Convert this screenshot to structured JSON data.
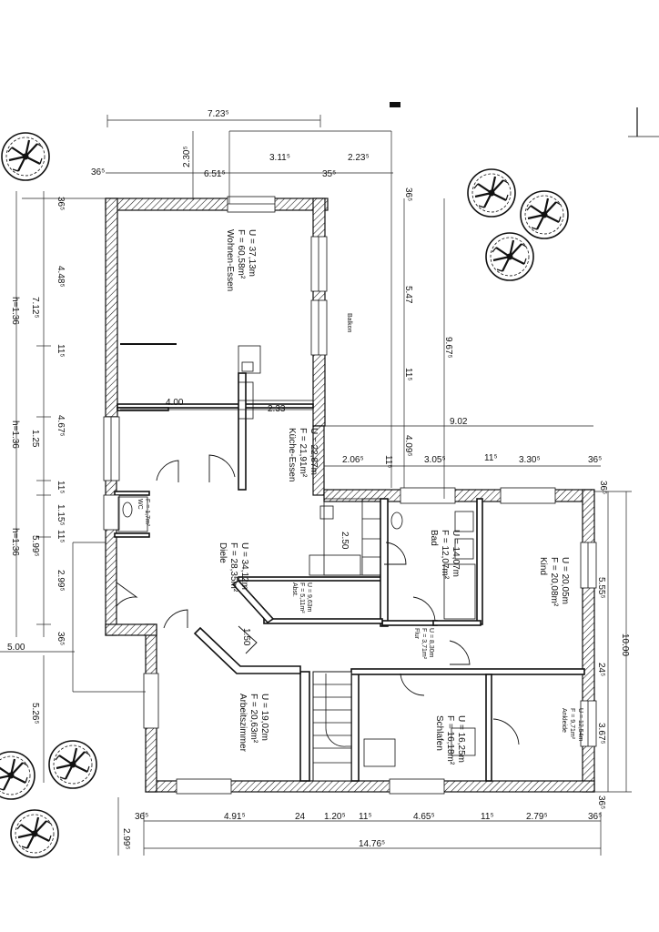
{
  "rooms": {
    "wohnen": {
      "name": "Wohnen-Essen",
      "area": "F = 60,58m²",
      "perimeter": "U = 37,13m"
    },
    "balkon": {
      "name": "Balkon"
    },
    "kueche": {
      "name": "Küche-Essen",
      "area": "F = 21,91m²",
      "perimeter": "U = 22,87m"
    },
    "diele": {
      "name": "Diele",
      "area": "F = 28,35m²",
      "perimeter": "U = 34,12m"
    },
    "bad": {
      "name": "Bad",
      "area": "F = 12,07m²",
      "perimeter": "U = 14,07m"
    },
    "kind": {
      "name": "Kind",
      "area": "F = 20,08m²",
      "perimeter": "U = 20,05m"
    },
    "flur": {
      "name": "Flur",
      "area": "F = 3,71m²",
      "perimeter": "U = 8,30m"
    },
    "arbeit": {
      "name": "Arbeitszimmer",
      "area": "F = 20,63m²",
      "perimeter": "U = 19,02m"
    },
    "schlafen": {
      "name": "Schlafen",
      "area": "F = 16,18m²",
      "perimeter": "U = 16,25m"
    },
    "ankleide": {
      "name": "Ankleide",
      "area": "F = 9,71m²",
      "perimeter": "U = 12,54m"
    },
    "wc": {
      "name": "WC",
      "area": "F = 1,7m²"
    },
    "abst": {
      "name": "Abst.",
      "area": "F = 5,11m²",
      "perimeter": "U = 9,63m"
    }
  },
  "dimensions": {
    "top_overall": "7.23⁵",
    "top_a": "3.11⁵",
    "top_b": "2.23⁵",
    "top_c": "36⁵",
    "top_d": "6.51⁵",
    "top_e": "35⁵",
    "top_f": "2.30⁵",
    "mid_a": "4.00",
    "mid_b": "2.33",
    "mid_c": "9.02",
    "mid_d": "2.06⁵",
    "mid_e": "3.05⁵",
    "mid_f": "11⁵",
    "mid_g": "3.30⁵",
    "mid_h": "36⁵",
    "mid_i": "4.09⁵",
    "mid_j": "11⁵",
    "kueche_w": "2.50",
    "diele_w": "1.50",
    "right_a": "36⁵",
    "right_b": "5.47",
    "right_c": "9.67⁵",
    "right_d": "11⁵",
    "right_e": "36⁵",
    "right_f": "5.55⁵",
    "right_g": "10.00",
    "right_h": "24⁵",
    "right_i": "3.67⁵",
    "right_j": "36⁵",
    "left_a": "36⁵",
    "left_b": "4.48⁵",
    "left_c": "7.12⁵",
    "left_d": "h=1.36",
    "left_e": "11⁵",
    "left_f": "4.67⁵",
    "left_g": "1.25",
    "left_h": "h=1.36",
    "left_i": "11⁵",
    "left_j": "1.15⁵",
    "left_k": "11⁵",
    "left_l": "5.99⁵",
    "left_m": "h=1.36",
    "left_n": "2.99⁵",
    "left_o": "36⁵",
    "left_p": "5.00",
    "left_q": "5.26⁵",
    "bottom_a": "36⁵",
    "bottom_b": "4.91⁵",
    "bottom_c": "24",
    "bottom_d": "1.20⁵",
    "bottom_e": "11⁵",
    "bottom_f": "4.65⁵",
    "bottom_g": "11⁵",
    "bottom_h": "2.79⁵",
    "bottom_i": "36⁵",
    "bottom_overall": "14.76⁵",
    "bottom_left": "2.99⁵"
  },
  "icons": {
    "tree": "tree-icon",
    "door": "door-swing-icon",
    "stair": "staircase-icon"
  }
}
